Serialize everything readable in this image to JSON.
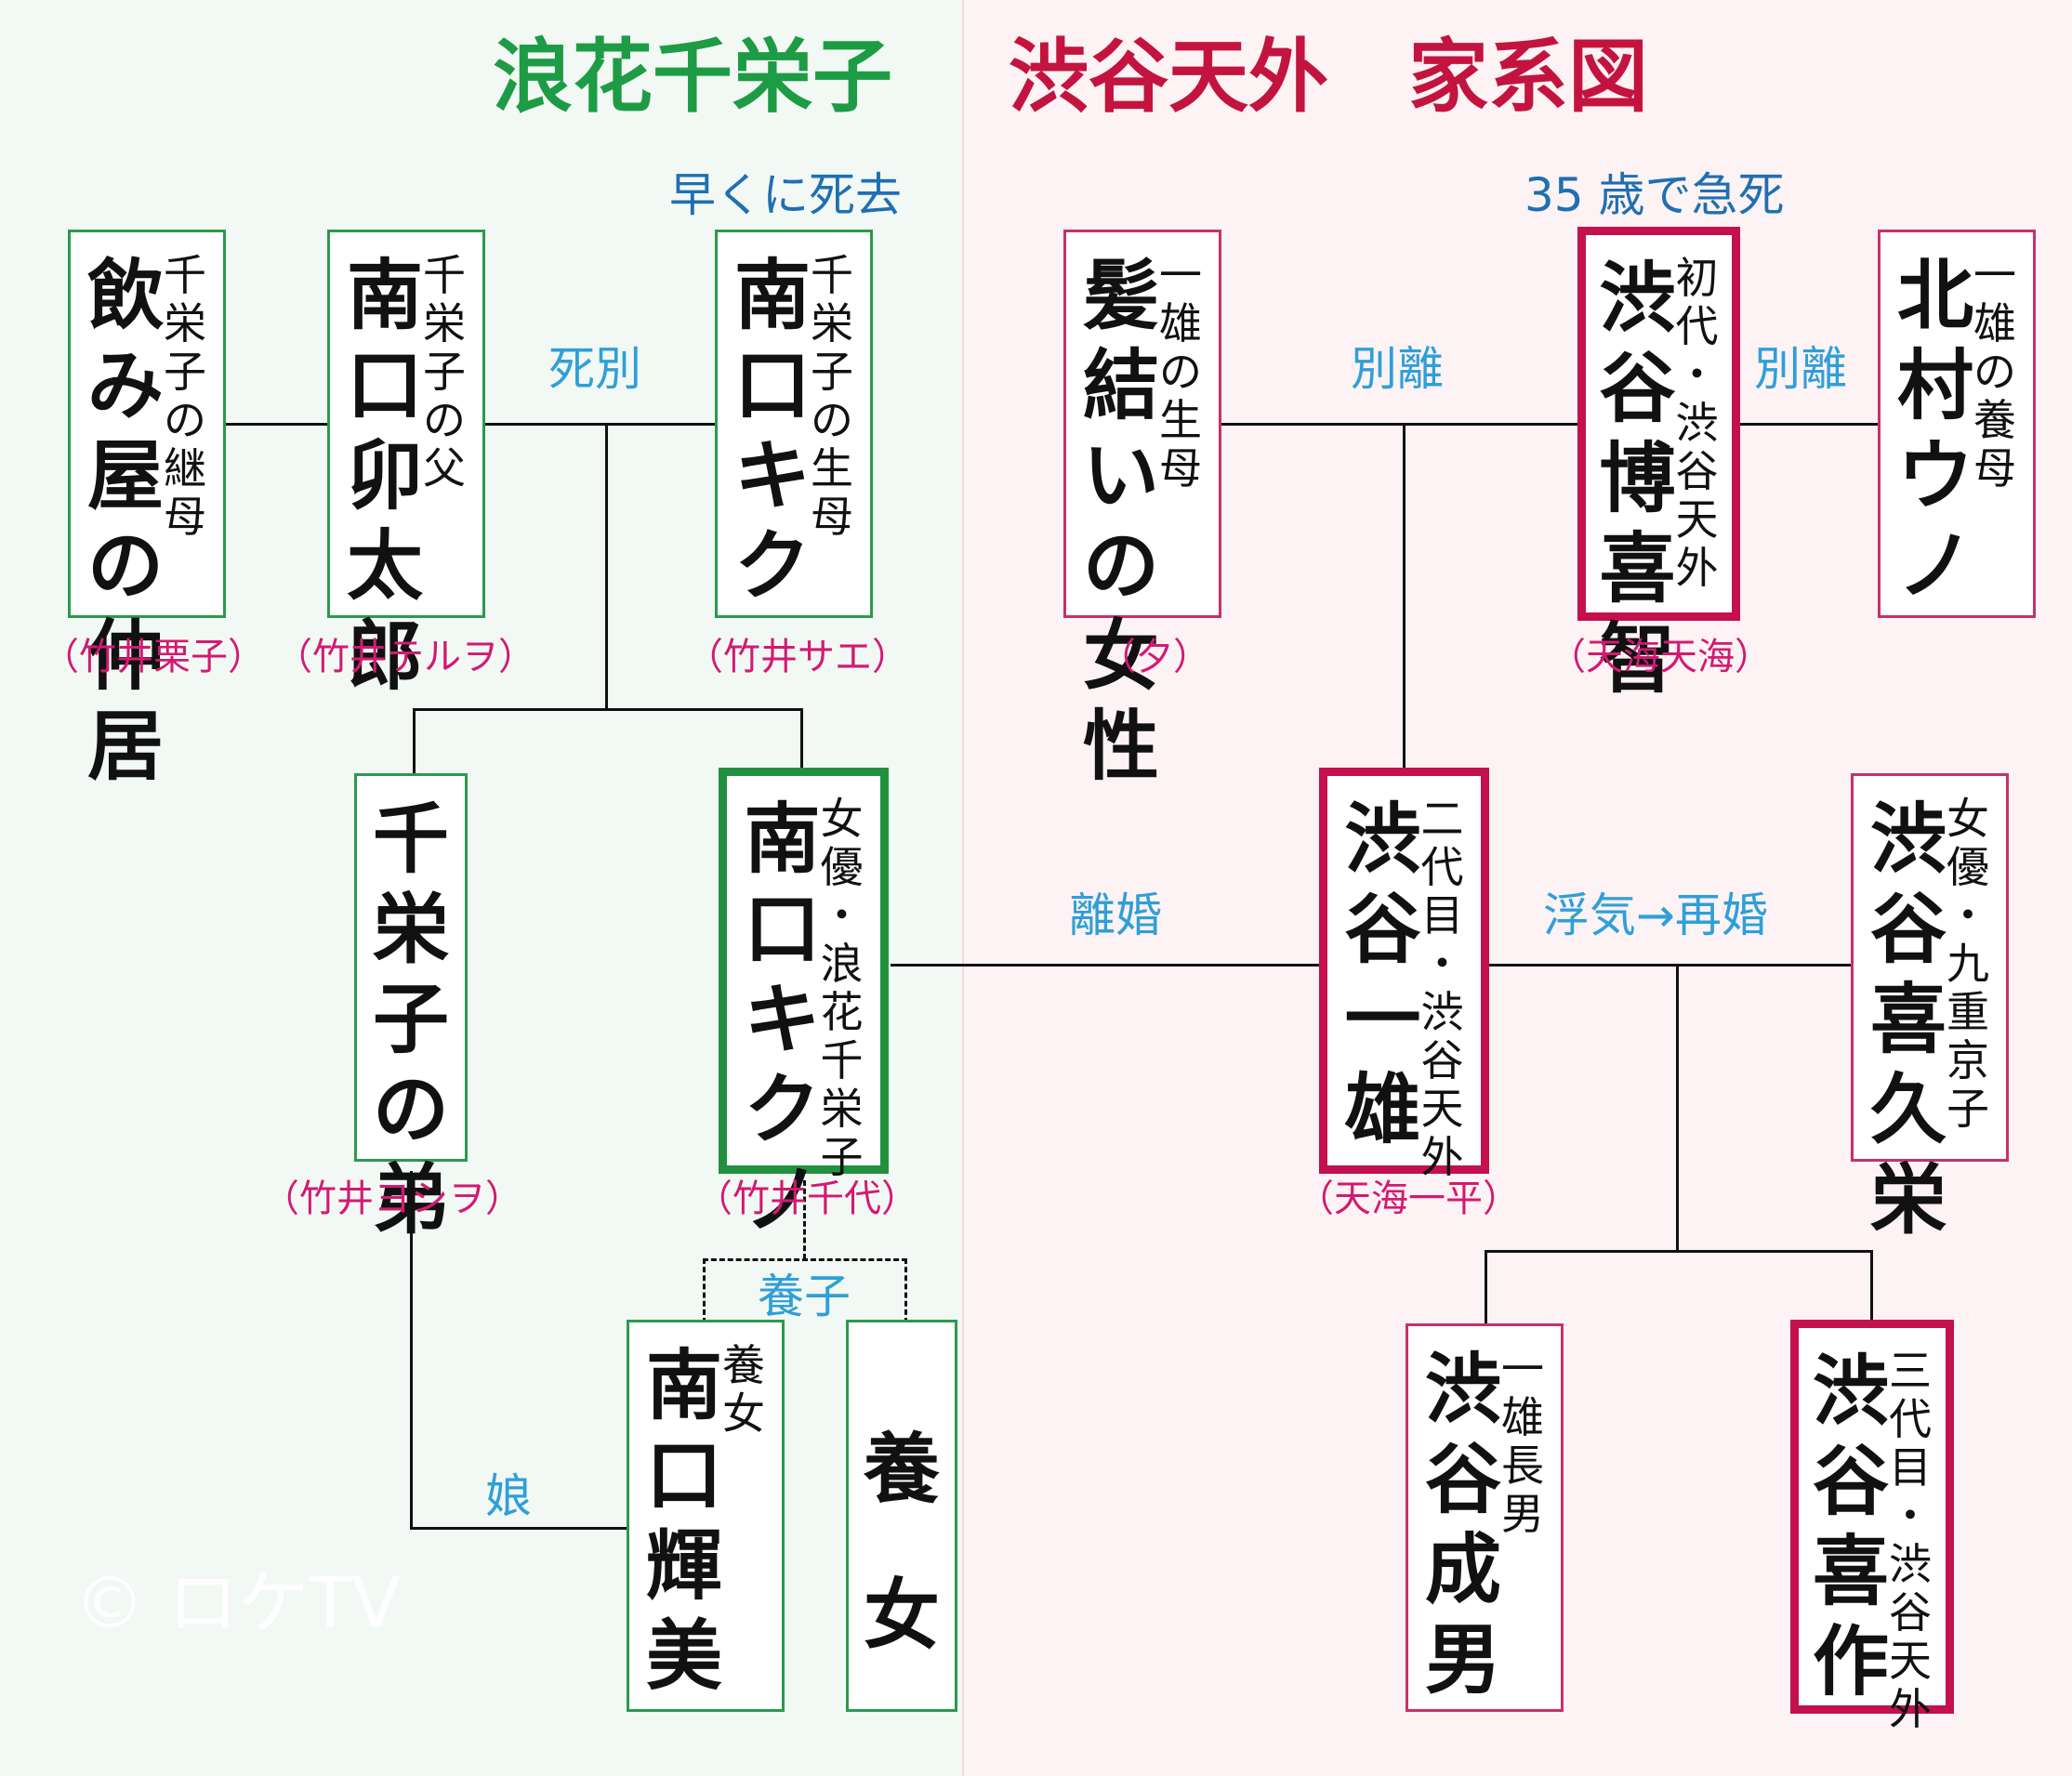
{
  "header": {
    "title_left": "浪花千栄子",
    "title_right": "渋谷天外　家系図"
  },
  "colors": {
    "green": "#1d9b45",
    "red": "#c2143f",
    "relation": "#2f9fd8",
    "note": "#1f6fb2",
    "actor": "#d21a72"
  },
  "people": {
    "nakai": {
      "role": "千栄子の継母",
      "name": "飲み屋の仲居",
      "actor": "（竹井栗子）"
    },
    "utaro": {
      "role": "千栄子の父",
      "name": "南口卯太郎",
      "actor": "（竹井テルヲ）"
    },
    "kiku": {
      "role": "千栄子の生母",
      "name": "南口キク",
      "actor": "（竹井サエ）"
    },
    "otoko": {
      "name": "千栄子の弟",
      "actor": "（竹井ヨシヲ）"
    },
    "kikuno": {
      "role": "女優・浪花千栄子",
      "name": "南口キクノ",
      "actor": "（竹井千代）"
    },
    "terumi": {
      "role": "養女",
      "name": "南口輝美"
    },
    "yojo": {
      "name": "養女"
    },
    "kamiyui": {
      "role": "一雄の生母",
      "name": "髪結いの女性",
      "actor": "（夕）"
    },
    "hiroki": {
      "role": "初代・渋谷天外",
      "name": "渋谷博喜智",
      "actor": "（天海天海）"
    },
    "uno": {
      "role": "一雄の養母",
      "name": "北村ウノ"
    },
    "kazuo": {
      "role": "二代目・渋谷天外",
      "name": "渋谷一雄",
      "actor": "（天海一平）"
    },
    "kikue": {
      "role": "女優・九重京子",
      "name": "渋谷喜久栄"
    },
    "naruo": {
      "role": "一雄長男",
      "name": "渋谷成男"
    },
    "kisaku": {
      "role": "三代目・渋谷天外",
      "name": "渋谷喜作"
    }
  },
  "relations": {
    "shibetsu": "死別",
    "betsuri_1": "別離",
    "betsuri_2": "別離",
    "rikon": "離婚",
    "saikon": "浮気→再婚",
    "yoshi": "養子",
    "musume": "娘"
  },
  "notes": {
    "kiku_death": "早くに死去",
    "hiroki_death": "35 歳で急死"
  },
  "watermark": "© ロケTV"
}
